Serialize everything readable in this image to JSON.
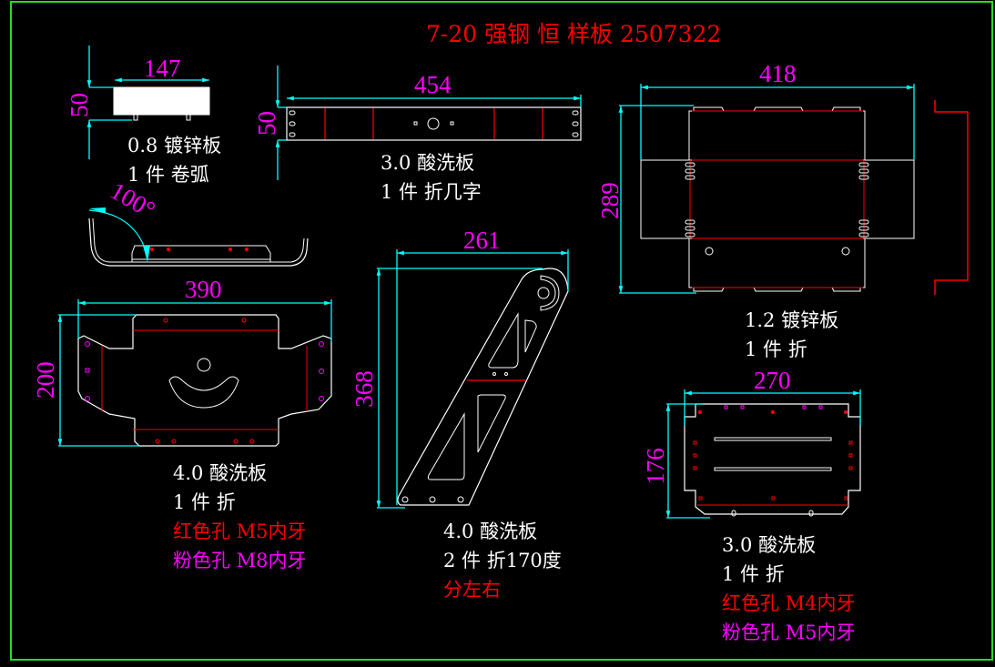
{
  "title": "7-20 强钢 恒 样板 2507322",
  "colors": {
    "background": "#000000",
    "frame": "#22dd22",
    "outline": "#ffffff",
    "fold": "#ff0000",
    "dimension": "#00ffff",
    "dim_text": "#ff00ff",
    "red_hole": "#ff0000",
    "pink_hole": "#ff00ff"
  },
  "parts": {
    "part1": {
      "width": "147",
      "height": "50",
      "notes": [
        "0.8 镀锌板",
        "1 件 卷弧"
      ],
      "angle": "100°"
    },
    "part2": {
      "width": "454",
      "height": "50",
      "notes": [
        "3.0 酸洗板",
        "1 件 折几字"
      ]
    },
    "part3": {
      "width": "418",
      "height": "289",
      "notes": [
        "1.2 镀锌板",
        "1 件 折"
      ]
    },
    "part4": {
      "width": "390",
      "height": "200",
      "notes": [
        "4.0 酸洗板",
        "1 件 折"
      ],
      "red_note": "红色孔 M5内牙",
      "pink_note": "粉色孔 M8内牙"
    },
    "part5": {
      "width": "261",
      "height": "368",
      "notes": [
        "4.0 酸洗板",
        "2 件 折170度"
      ],
      "red_note": "分左右"
    },
    "part6": {
      "width": "270",
      "height": "176",
      "notes": [
        "3.0 酸洗板",
        "1 件 折"
      ],
      "red_note": "红色孔 M4内牙",
      "pink_note": "粉色孔 M5内牙"
    }
  }
}
